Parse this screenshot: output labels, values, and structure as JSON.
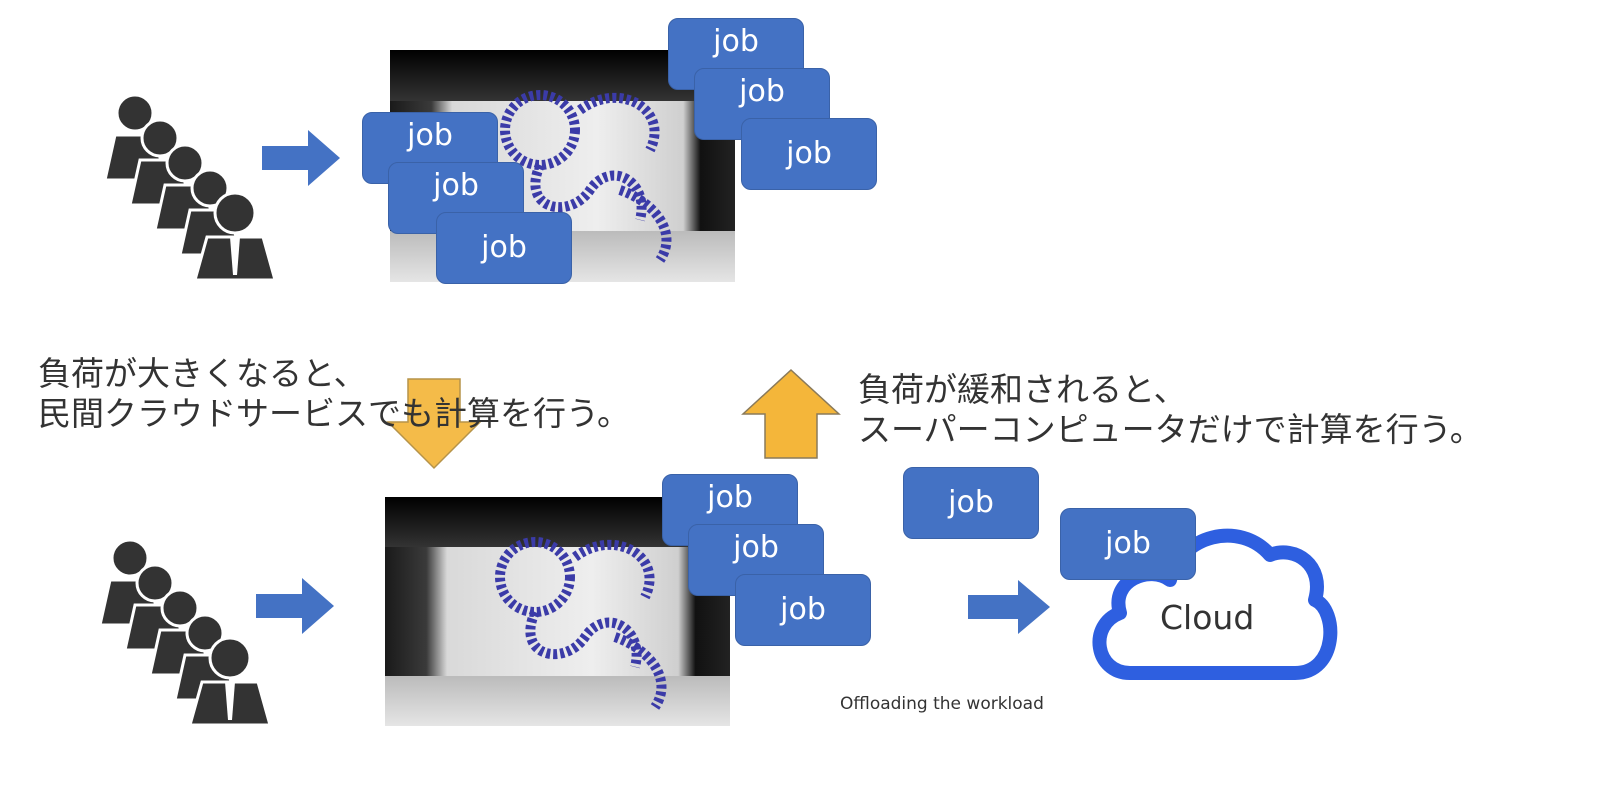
{
  "top": {
    "jobs": [
      "job",
      "job",
      "job",
      "job",
      "job",
      "job"
    ]
  },
  "bottom": {
    "jobs": [
      "job",
      "job",
      "job"
    ],
    "offload_job": "job",
    "cloud_job": "job",
    "cloud_label": "Cloud",
    "caption": "Offloading the  workload"
  },
  "left_text": {
    "line1": "負荷が大きくなると、",
    "line2": "民間クラウドサービスでも計算を行う。"
  },
  "right_text": {
    "line1": "負荷が緩和されると、",
    "line2": "スーパーコンピュータだけで計算を行う。"
  },
  "colors": {
    "job": "#4472c4",
    "arrow_blue": "#4472c4",
    "arrow_orange": "#f4b63a",
    "cloud": "#2e5fe0",
    "people": "#333333"
  }
}
